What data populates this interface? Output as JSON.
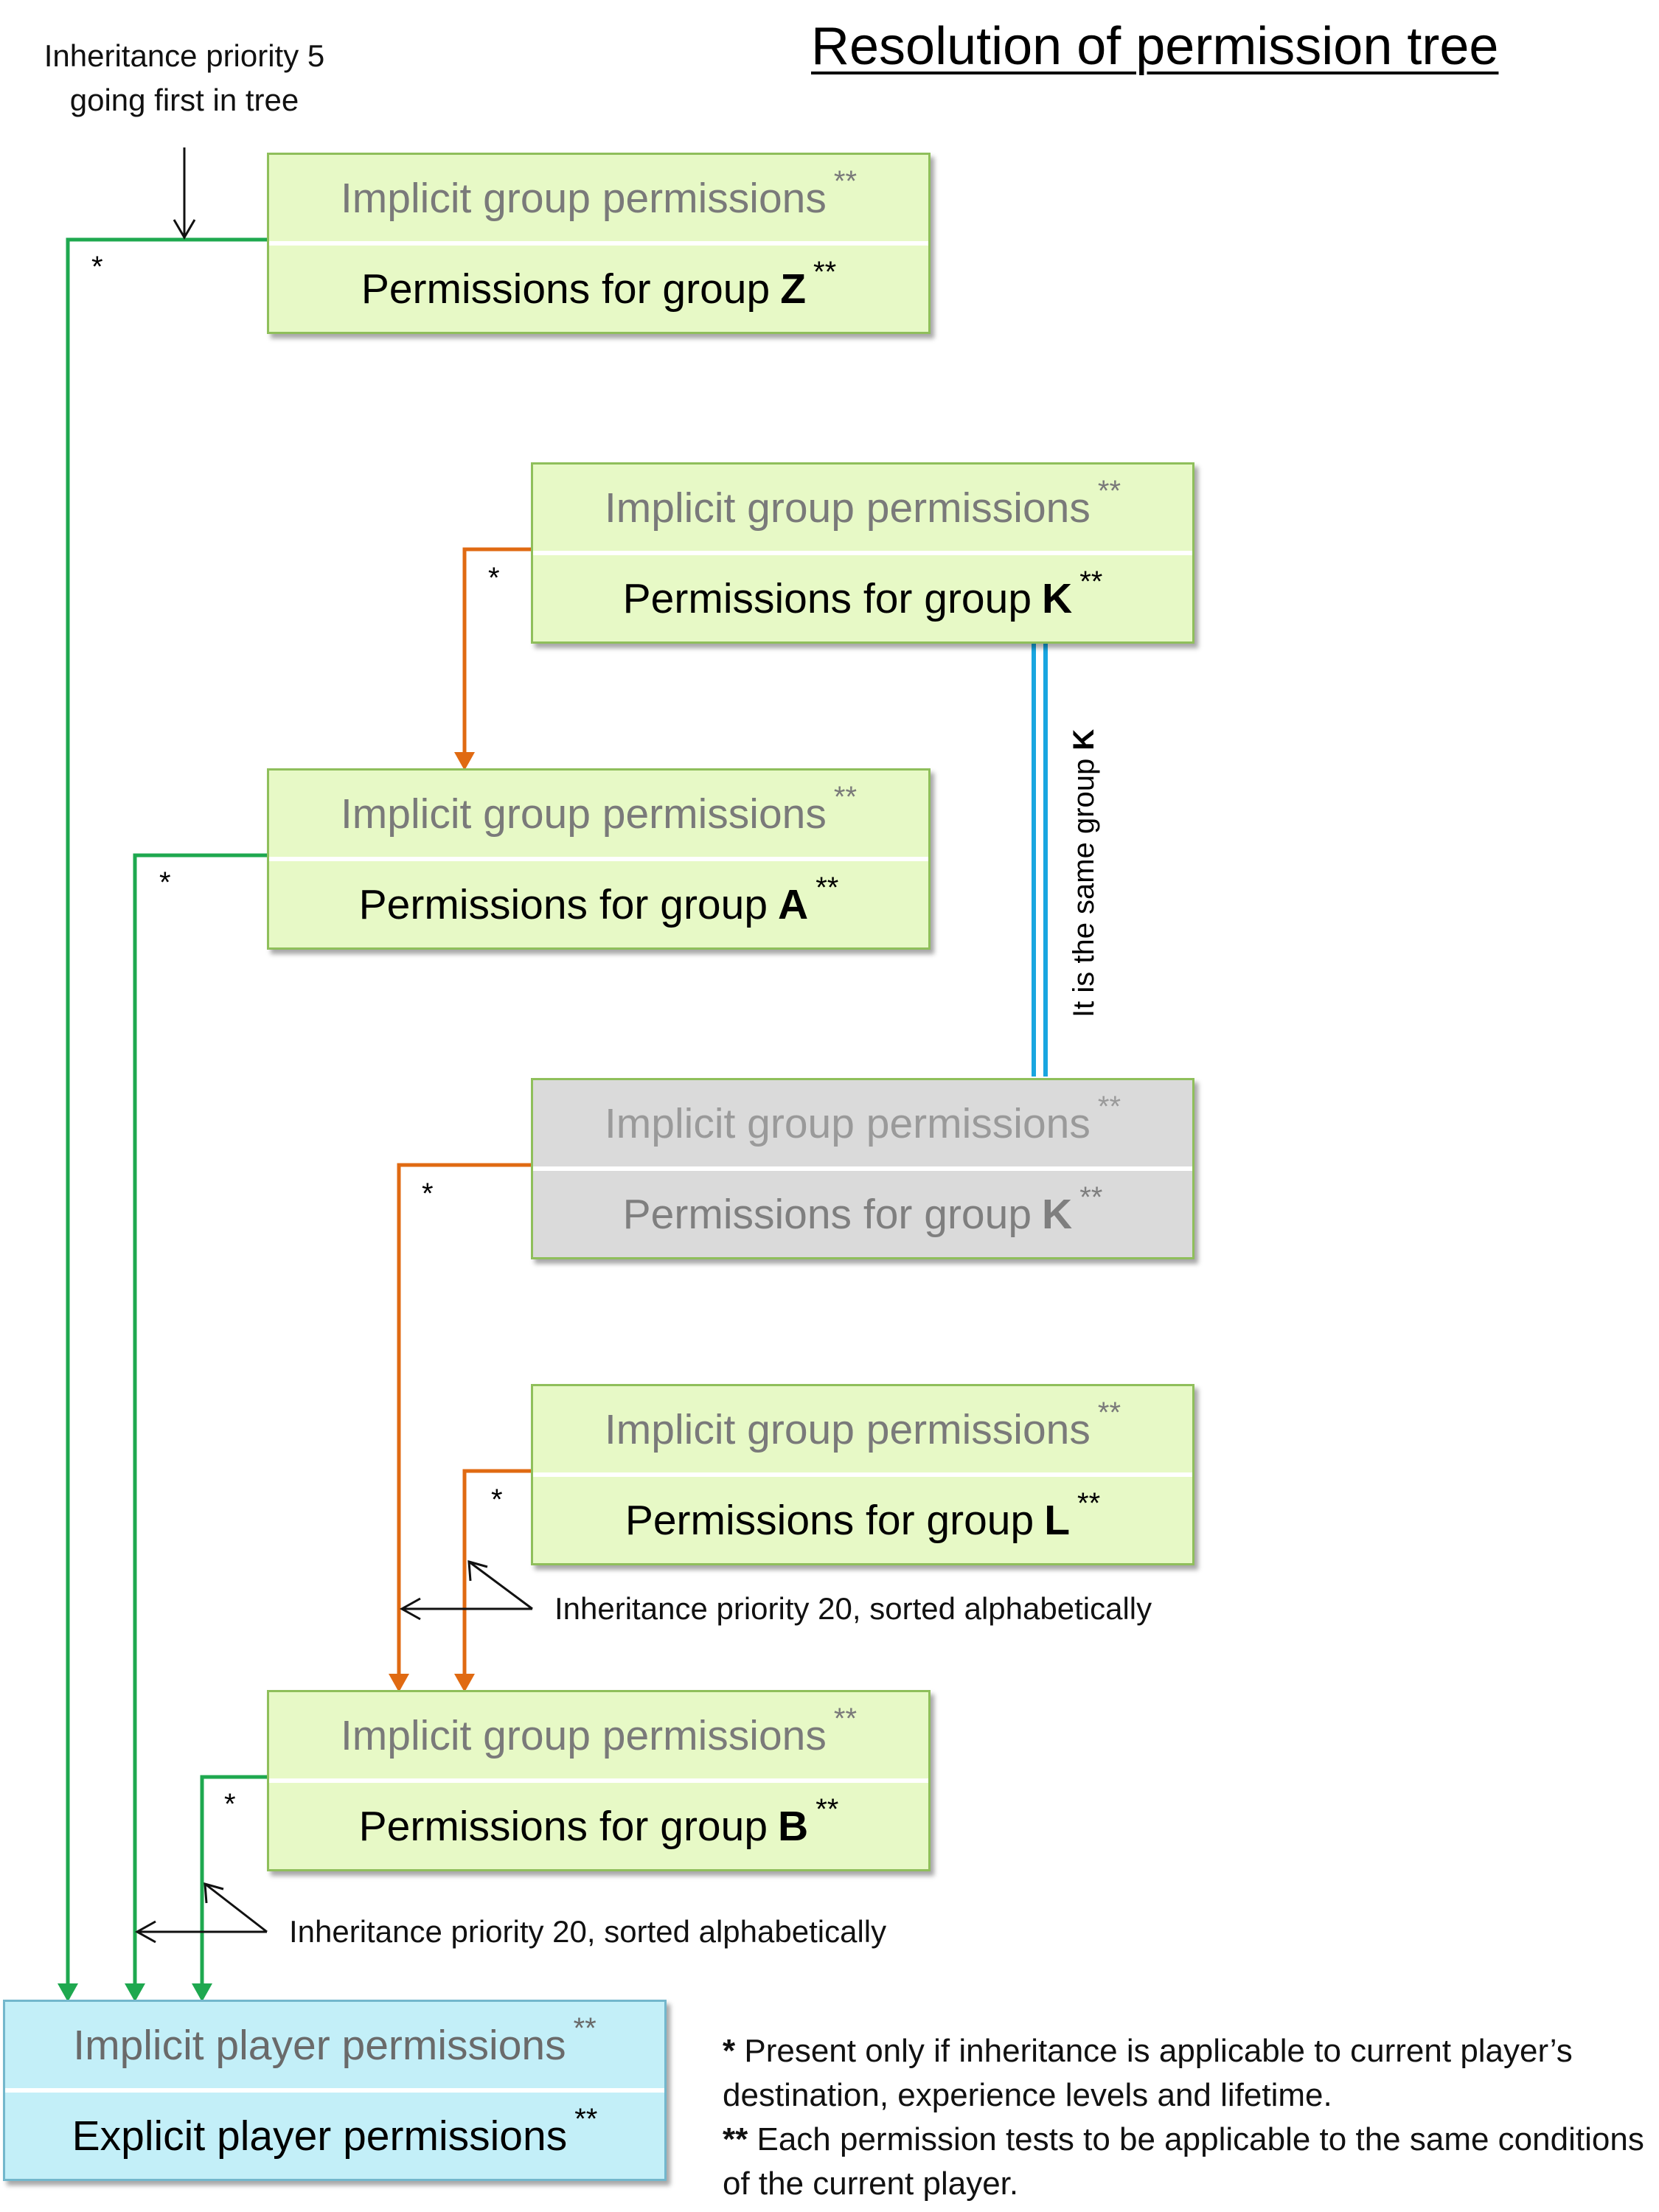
{
  "title": "Resolution of permission tree",
  "notes": {
    "top_line1": "Inheritance priority 5",
    "top_line2": "going first in tree",
    "priority_mid": "Inheritance priority 20, sorted alphabetically",
    "priority_low": "Inheritance priority 20, sorted alphabetically",
    "same_group_prefix": "It is the same group ",
    "same_group_letter": "K"
  },
  "boxes": {
    "z": {
      "implicit": "Implicit group permissions",
      "perm": "Permissions for group ",
      "group": "Z",
      "mark": "**"
    },
    "k": {
      "implicit": "Implicit group permissions",
      "perm": "Permissions for group ",
      "group": "K",
      "mark": "**"
    },
    "a": {
      "implicit": "Implicit group permissions",
      "perm": "Permissions for group ",
      "group": "A",
      "mark": "**"
    },
    "k2": {
      "implicit": "Implicit group permissions",
      "perm": "Permissions for group ",
      "group": "K",
      "mark": "**"
    },
    "l": {
      "implicit": "Implicit group permissions",
      "perm": "Permissions for group ",
      "group": "L",
      "mark": "**"
    },
    "b": {
      "implicit": "Implicit group permissions",
      "perm": "Permissions for group ",
      "group": "B",
      "mark": "**"
    },
    "player": {
      "implicit": "Implicit player permissions",
      "explicit": "Explicit player permissions",
      "mark": "**"
    }
  },
  "star": "*",
  "footnotes": {
    "f1_mark": "*",
    "f1_text": " Present only if inheritance is applicable to current player’s destination, experience levels and lifetime.",
    "f2_mark": "**",
    "f2_text": " Each permission tests to be applicable to the same conditions of the current player."
  },
  "colors": {
    "green_line": "#1ea84f",
    "orange_line": "#e06a12",
    "blue_line": "#19a6e0",
    "green_box": "#e7f9c6",
    "gray_box": "#dadada",
    "blue_box": "#c3eff8"
  }
}
